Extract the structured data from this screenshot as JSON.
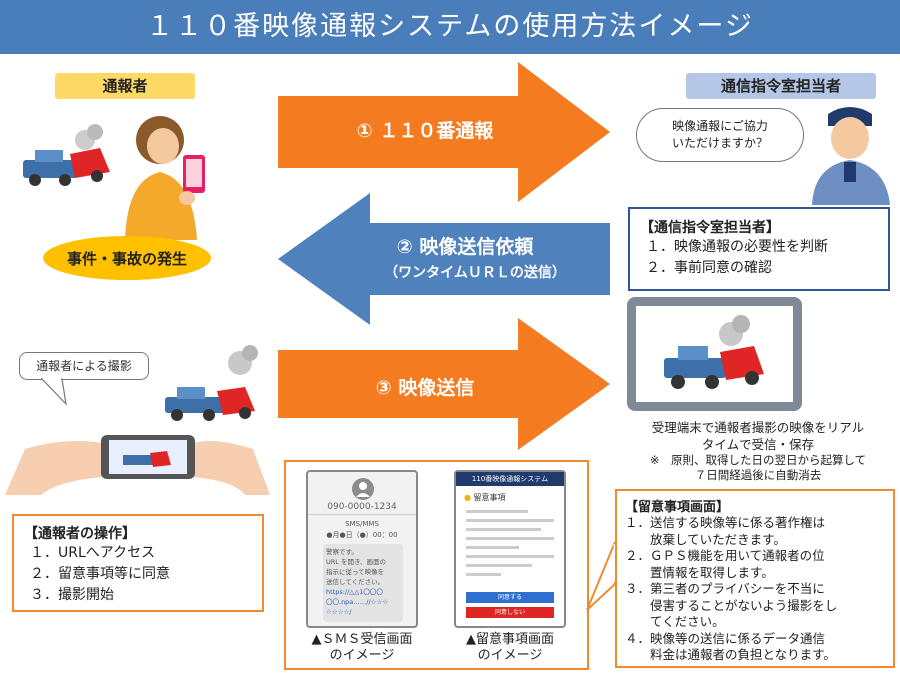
{
  "header": {
    "title": "１１０番映像通報システムの使用方法イメージ"
  },
  "left": {
    "reporter_label": "通報者",
    "incident_label": "事件・事故の発生",
    "bubble_shooting": "通報者による撮影",
    "ops_box": {
      "title": "【通報者の操作】",
      "items": [
        "１．URLへアクセス",
        "２．留意事項等に同意",
        "３．撮影開始"
      ]
    }
  },
  "right": {
    "operator_label": "通信指令室担当者",
    "operator_bubble": [
      "映像通報にご協力",
      "いただけますか？"
    ],
    "operator_box": {
      "title": "【通信指令室担当者】",
      "items": [
        "１．映像通報の必要性を判断",
        "２．事前同意の確認"
      ]
    },
    "terminal_caption": [
      "受理端末で通報者撮影の映像をリアル",
      "タイムで受信・保存"
    ],
    "terminal_note": [
      "※　原則、取得した日の翌日から起算して",
      "７日間経過後に自動消去"
    ],
    "notes_box": {
      "title": "【留意事項画面】",
      "items": [
        [
          "１．送信する映像等に係る著作権は",
          "　　放棄していただきます。"
        ],
        [
          "２．ＧＰＳ機能を用いて通報者の位",
          "　　置情報を取得します。"
        ],
        [
          "３．第三者のプライバシーを不当に",
          "　　侵害することがないよう撮影をし",
          "　　てください。"
        ],
        [
          "４．映像等の送信に係るデータ通信",
          "　　料金は通報者の負担となります。"
        ]
      ]
    }
  },
  "arrows": {
    "a1": "① １１０番通報",
    "a2_main": "② 映像送信依頼",
    "a2_sub": "（ワンタイムＵＲＬの送信）",
    "a3": "③ 映像送信"
  },
  "phones": {
    "sms": {
      "number": "090-0000-1234",
      "label": "SMS/MMS",
      "datetime": "●月●日（●）00：00",
      "body": [
        "警察です。",
        "URL を開き、画面の",
        "指示に従って映像を",
        "送信してください。",
        "https://△△1〇〇〇",
        "〇〇.npa……//☆☆☆",
        "☆☆☆☆/"
      ],
      "caption": [
        "▲ＳＭＳ受信画面",
        "のイメージ"
      ]
    },
    "notice": {
      "header": "110番映像通報システム",
      "title": "留意事項",
      "agree": "同意する",
      "disagree": "同意しない",
      "caption": [
        "▲留意事項画面",
        "のイメージ"
      ]
    }
  },
  "colors": {
    "title_bg": "#4a7ebb",
    "orange": "#f47b20",
    "blue_arrow": "#4f81bd",
    "yellow": "#ffc000",
    "box_orange": "#f08a2e",
    "box_blue": "#2f5597"
  }
}
